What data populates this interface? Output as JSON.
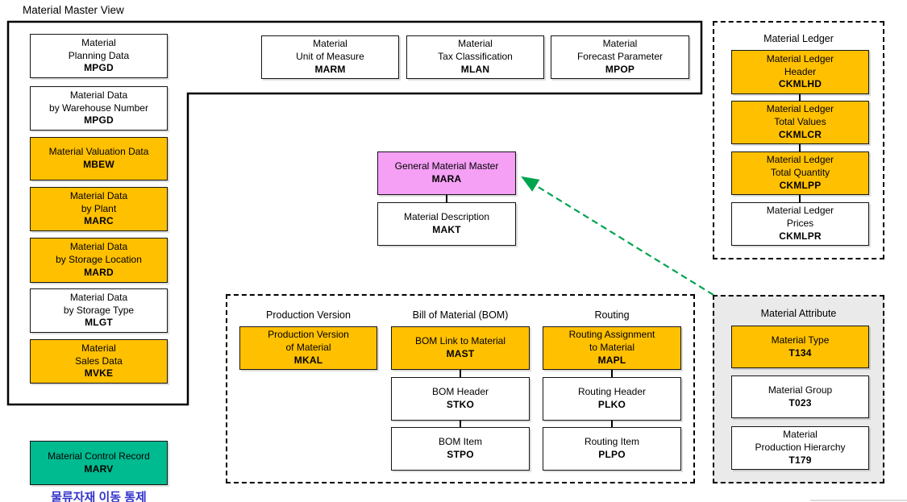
{
  "page_title": "Material Master View",
  "colors": {
    "box_yellow": "#FFC000",
    "box_pink": "#F59FF5",
    "box_green": "#00BA90",
    "arrow_green": "#00A44F",
    "caption_blue": "#3333CC",
    "attribute_group_bg": "#EAEAEA"
  },
  "left_column": [
    {
      "lines": [
        "Material",
        "Planning Data"
      ],
      "code": "MPGD",
      "style": "white"
    },
    {
      "lines": [
        "Material Data",
        "by Warehouse Number"
      ],
      "code": "MPGD",
      "style": "white"
    },
    {
      "lines": [
        "Material Valuation Data"
      ],
      "code": "MBEW",
      "style": "yellow"
    },
    {
      "lines": [
        "Material Data",
        "by Plant"
      ],
      "code": "MARC",
      "style": "yellow"
    },
    {
      "lines": [
        "Material Data",
        "by Storage Location"
      ],
      "code": "MARD",
      "style": "yellow"
    },
    {
      "lines": [
        "Material Data",
        "by Storage Type"
      ],
      "code": "MLGT",
      "style": "white"
    },
    {
      "lines": [
        "Material",
        "Sales Data"
      ],
      "code": "MVKE",
      "style": "yellow"
    }
  ],
  "top_row": [
    {
      "lines": [
        "Material",
        "Unit of Measure"
      ],
      "code": "MARM"
    },
    {
      "lines": [
        "Material",
        "Tax Classification"
      ],
      "code": "MLAN"
    },
    {
      "lines": [
        "Material",
        "Forecast Parameter"
      ],
      "code": "MPOP"
    }
  ],
  "center": {
    "mara": {
      "lines": [
        "General Material Master"
      ],
      "code": "MARA"
    },
    "makt": {
      "lines": [
        "Material Description"
      ],
      "code": "MAKT"
    }
  },
  "production_group": {
    "headers": [
      "Production Version",
      "Bill of Material (BOM)",
      "Routing"
    ],
    "mkal": {
      "lines": [
        "Production Version",
        "of Material"
      ],
      "code": "MKAL"
    },
    "mast": {
      "lines": [
        "BOM Link to Material"
      ],
      "code": "MAST"
    },
    "stko": {
      "lines": [
        "BOM Header"
      ],
      "code": "STKO"
    },
    "stpo": {
      "lines": [
        "BOM Item"
      ],
      "code": "STPO"
    },
    "mapl": {
      "lines": [
        "Routing Assignment",
        "to Material"
      ],
      "code": "MAPL"
    },
    "plko": {
      "lines": [
        "Routing Header"
      ],
      "code": "PLKO"
    },
    "plpo": {
      "lines": [
        "Routing Item"
      ],
      "code": "PLPO"
    }
  },
  "material_ledger": {
    "title": "Material Ledger",
    "boxes": [
      {
        "lines": [
          "Material Ledger",
          "Header"
        ],
        "code": "CKMLHD",
        "style": "yellow"
      },
      {
        "lines": [
          "Material Ledger",
          "Total Values"
        ],
        "code": "CKMLCR",
        "style": "yellow"
      },
      {
        "lines": [
          "Material Ledger",
          "Total Quantity"
        ],
        "code": "CKMLPP",
        "style": "yellow"
      },
      {
        "lines": [
          "Material Ledger",
          "Prices"
        ],
        "code": "CKMLPR",
        "style": "white"
      }
    ]
  },
  "material_attribute": {
    "title": "Material Attribute",
    "boxes": [
      {
        "lines": [
          "Material Type"
        ],
        "code": "T134",
        "style": "yellow"
      },
      {
        "lines": [
          "Material Group"
        ],
        "code": "T023",
        "style": "white"
      },
      {
        "lines": [
          "Material",
          "Production Hierarchy"
        ],
        "code": "T179",
        "style": "white"
      }
    ]
  },
  "control_record": {
    "lines": [
      "Material Control Record"
    ],
    "code": "MARV"
  },
  "korean_caption": "물류자재 이동 통제"
}
